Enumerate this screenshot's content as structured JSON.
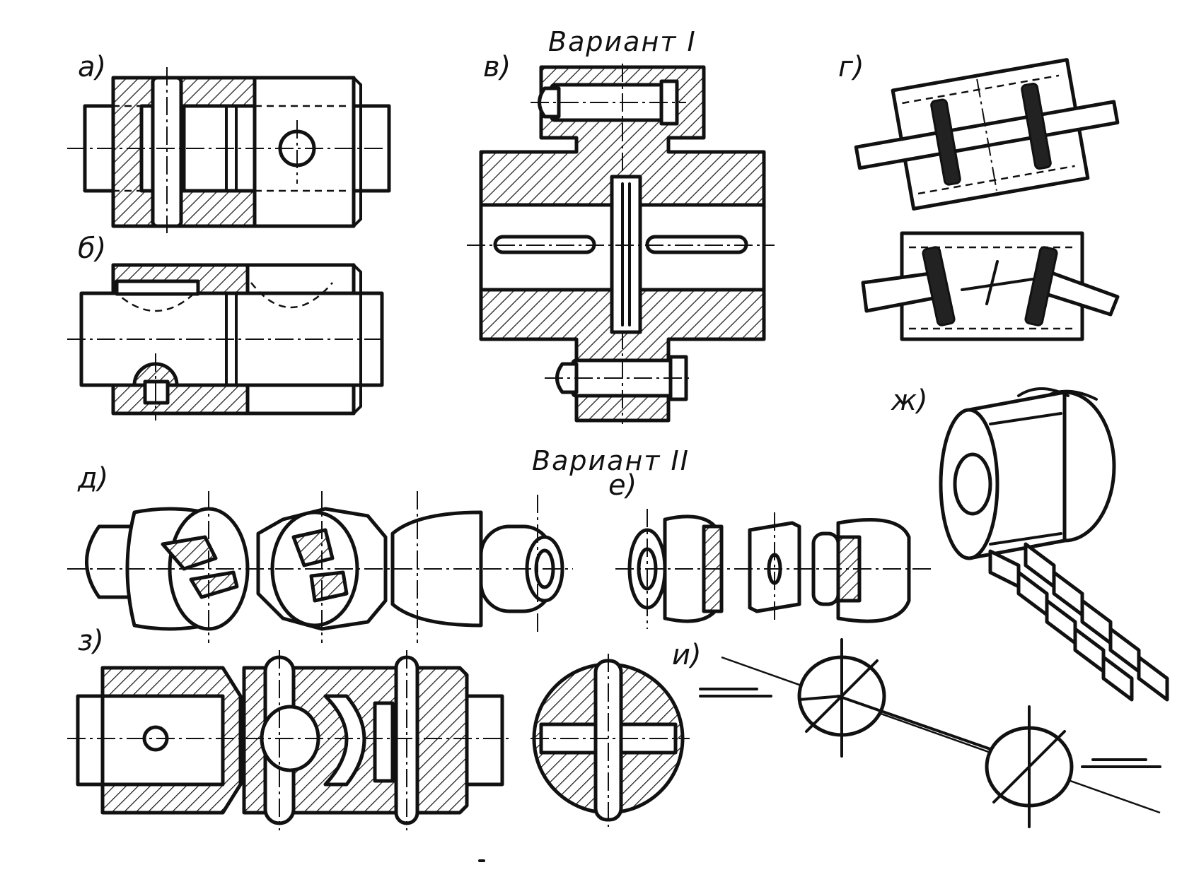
{
  "titles": {
    "variant_1": "Вариант I",
    "variant_2": "Вариант II"
  },
  "labels": {
    "a": "а)",
    "b": "б)",
    "v": "в)",
    "g": "г)",
    "d": "д)",
    "e": "е)",
    "zh": "ж)",
    "z": "з)",
    "i": "и)"
  },
  "colors": {
    "ink": "#111111",
    "paper": "#ffffff"
  }
}
